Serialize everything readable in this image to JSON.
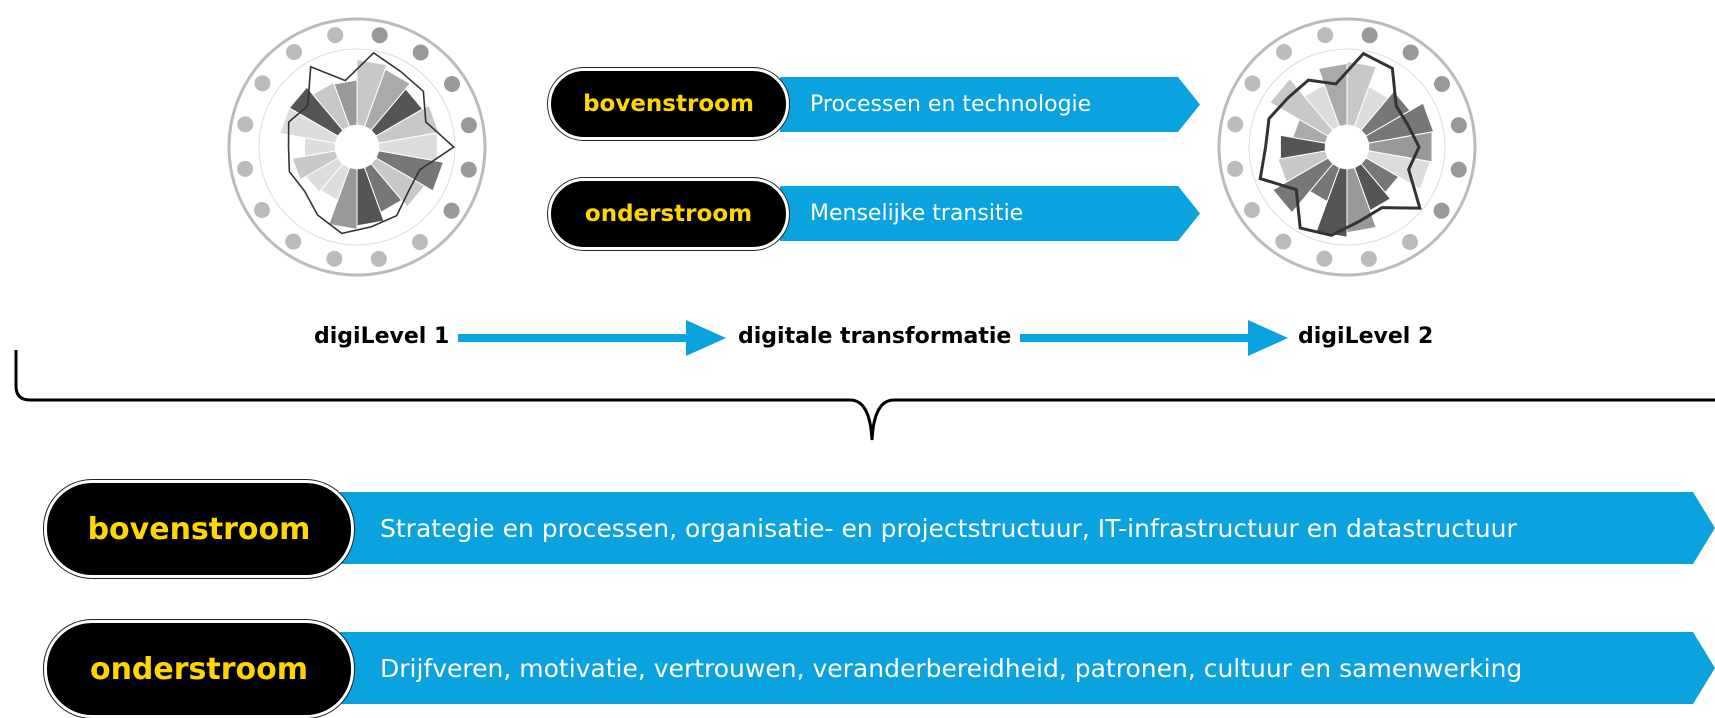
{
  "top": {
    "rows": [
      {
        "pill": "bovenstroom",
        "banner": "Processen en technologie"
      },
      {
        "pill": "onderstroom",
        "banner": "Menselijke transitie"
      }
    ],
    "levels": {
      "start": "digiLevel 1",
      "middle": "digitale transformatie",
      "end": "digiLevel 2"
    }
  },
  "bottom": {
    "rows": [
      {
        "pill": "bovenstroom",
        "banner": "Strategie en processen, organisatie- en projectstructuur, IT-infrastructuur en datastructuur"
      },
      {
        "pill": "onderstroom",
        "banner": "Drijfveren, motivatie, vertrouwen, veranderbereidheid, patronen, cultuur en samenwerking"
      }
    ]
  },
  "colors": {
    "accent": "#0AA3E0",
    "pill_bg": "#000000",
    "pill_text": "#FFD600"
  }
}
